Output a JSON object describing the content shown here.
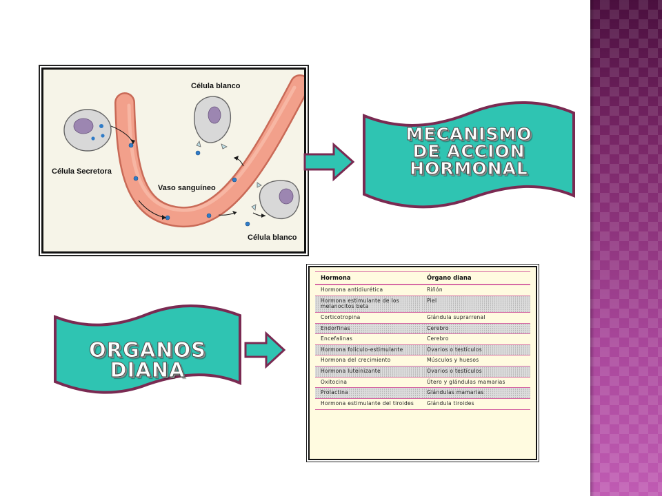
{
  "diagram": {
    "labels": {
      "secretory_cell": "Célula Secretora",
      "target_cell_top": "Célula blanco",
      "blood_vessel": "Vaso sanguíneo",
      "target_cell_bottom": "Célula blanco"
    }
  },
  "banners": {
    "mechanism": {
      "lines": [
        "MECANISMO",
        "DE ACCION",
        "HORMONAL"
      ]
    },
    "organs": {
      "text": "ORGANOS DIANA"
    }
  },
  "table": {
    "headers": [
      "Hormona",
      "Órgano diana"
    ],
    "rows": [
      {
        "hormone": "Hormona antidiurética",
        "organ": "Riñón"
      },
      {
        "hormone": "Hormona estimulante de los melanocitos beta",
        "organ": "Piel"
      },
      {
        "hormone": "Corticotropina",
        "organ": "Glándula suprarrenal"
      },
      {
        "hormone": "Endorfinas",
        "organ": "Cerebro"
      },
      {
        "hormone": "Encefalinas",
        "organ": "Cerebro"
      },
      {
        "hormone": "Hormona folículo-estimulante",
        "organ": "Ovarios o testículos"
      },
      {
        "hormone": "Hormona del crecimiento",
        "organ": "Músculos y huesos"
      },
      {
        "hormone": "Hormona luteinizante",
        "organ": "Ovarios o testículos"
      },
      {
        "hormone": "Oxitocina",
        "organ": "Útero y glándulas mamarias"
      },
      {
        "hormone": "Prolactina",
        "organ": "Glándulas mamarias"
      },
      {
        "hormone": "Hormona estimulante del tiroides",
        "organ": "Glándula tiroides"
      }
    ]
  },
  "colors": {
    "banner_fill": "#2fc4b2",
    "banner_border": "#7a2a52",
    "arrow_fill": "#2fc4b2",
    "vessel": "#f09a86",
    "table_rule": "#d66aa4",
    "strip": "#8e2f7f"
  }
}
